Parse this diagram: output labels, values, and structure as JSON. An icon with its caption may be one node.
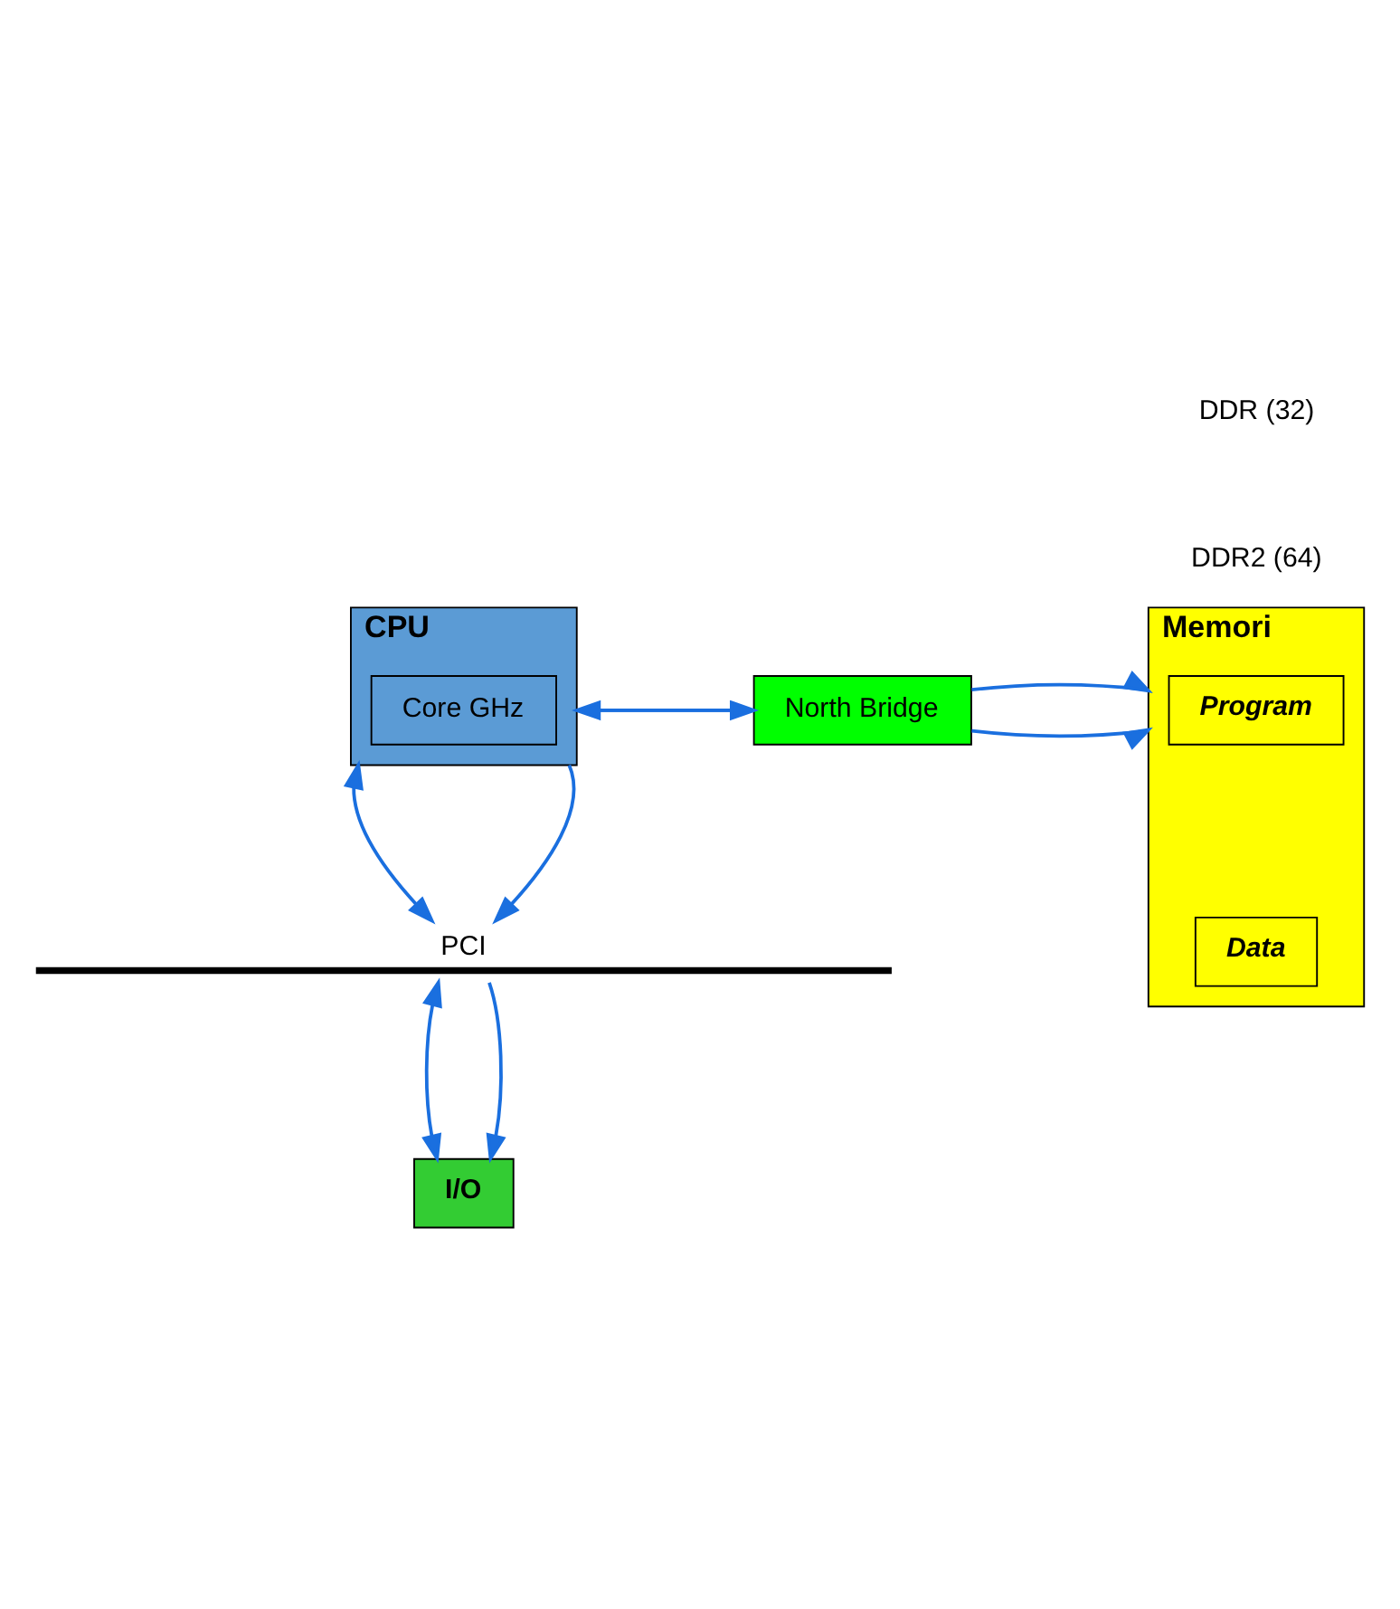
{
  "diagram": {
    "nodes": [
      {
        "text": [
          "CPU"
        ]
      },
      {
        "text": [
          "Core GHz"
        ],
        "in": 0
      },
      {
        "text": [
          "North Bridge"
        ]
      },
      {
        "text": [
          "Memori"
        ]
      },
      {
        "text": [
          "Program"
        ],
        "in": 3
      },
      {
        "text": [
          "Data"
        ],
        "in": 3
      },
      {
        "text": [],
        "shape": "bar",
        "beside": [
          "PCI"
        ]
      },
      {
        "text": [
          "I/O"
        ]
      }
    ],
    "edges": [
      {
        "from": 0,
        "to": 2,
        "arrow": "to"
      },
      {
        "from": 2,
        "to": 0,
        "arrow": "to"
      },
      {
        "from": 2,
        "to": 3,
        "arrow": "to"
      },
      {
        "from": 2,
        "to": 3,
        "arrow": "to"
      },
      {
        "from": 0,
        "to": 6,
        "arrow": "both"
      },
      {
        "from": 0,
        "to": 6,
        "arrow": "to"
      },
      {
        "from": 6,
        "to": 7,
        "arrow": "both"
      },
      {
        "from": 6,
        "to": 7,
        "arrow": "to"
      }
    ],
    "labels": [
      "DDR (32)",
      "DDR2 (64)"
    ]
  }
}
